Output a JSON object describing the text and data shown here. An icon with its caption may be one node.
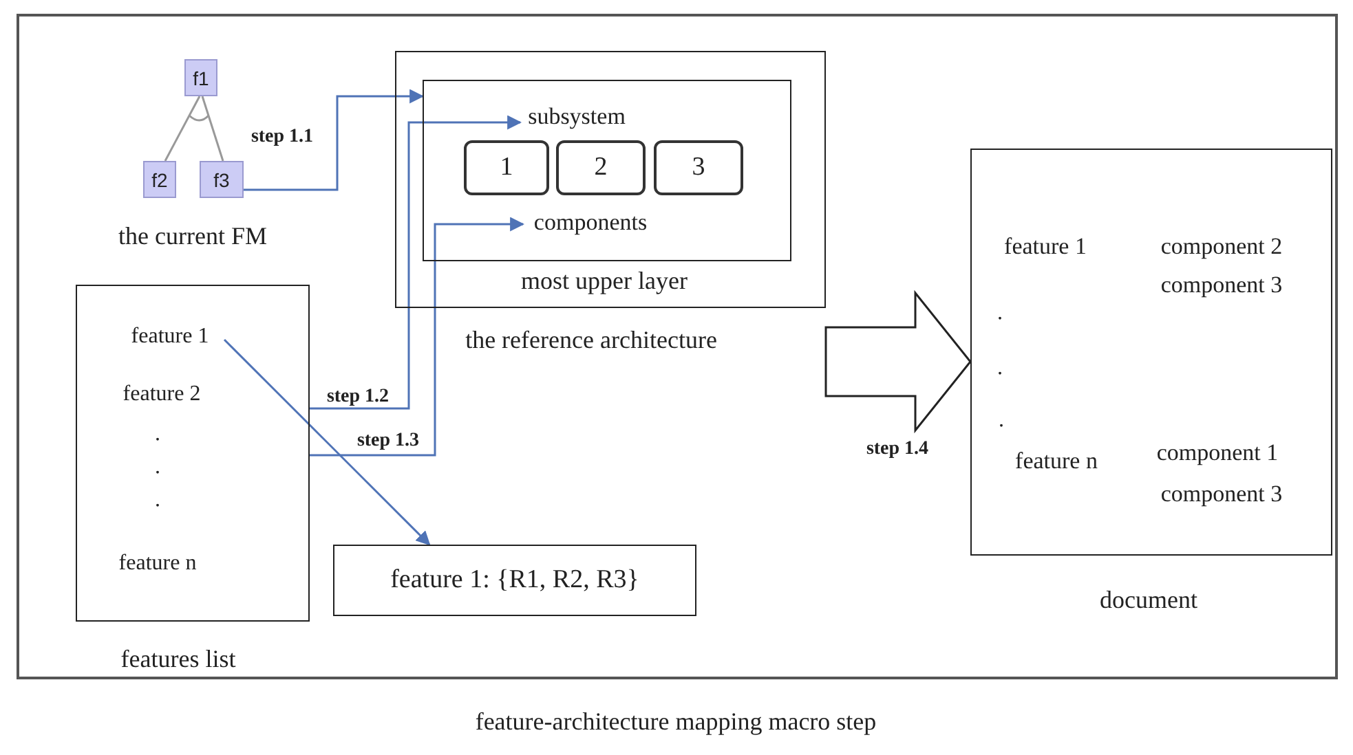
{
  "diagram": {
    "caption": "feature-architecture mapping macro step",
    "nodes": [
      {
        "text": [
          "f1"
        ]
      },
      {
        "text": [
          "f2"
        ]
      },
      {
        "text": [
          "f3"
        ]
      },
      {
        "text": [
          "the reference architecture"
        ]
      },
      {
        "text": [
          "most upper layer"
        ],
        "in": 3
      },
      {
        "text": [
          "subsystem"
        ],
        "in": 4
      },
      {
        "text": [
          "1"
        ],
        "in": 4
      },
      {
        "text": [
          "2"
        ],
        "in": 4
      },
      {
        "text": [
          "3"
        ],
        "in": 4
      },
      {
        "text": [
          "components"
        ],
        "in": 4
      },
      {
        "text": [
          "feature 2",
          ".",
          ".",
          ".",
          "feature n",
          "features list"
        ]
      },
      {
        "text": [
          "feature 1"
        ],
        "in": 10
      },
      {
        "text": [
          "feature 1: {R1, R2, R3}"
        ]
      },
      {
        "text": [
          "feature 1",
          "component 2",
          "component 3",
          ".",
          ".",
          ".",
          "feature n",
          "component 1",
          "component 3",
          "document"
        ]
      }
    ],
    "edges": [
      {
        "from": 0,
        "to": 1,
        "arrow": "none",
        "color": "#999999"
      },
      {
        "from": 0,
        "to": 2,
        "arrow": "none",
        "color": "#999999"
      },
      {
        "from": 2,
        "to": 4,
        "arrow": "to",
        "label": "step 1.1"
      },
      {
        "from": 10,
        "to": 5,
        "arrow": "to",
        "label": "step 1.2"
      },
      {
        "from": 10,
        "to": 9,
        "arrow": "to",
        "label": "step 1.3"
      },
      {
        "from": 11,
        "to": 12,
        "arrow": "to"
      },
      {
        "from": 3,
        "to": 13,
        "arrow": "to",
        "label": "step 1.4",
        "style": "thick",
        "color": "#222222"
      }
    ],
    "labels": [
      "the current FM"
    ]
  }
}
